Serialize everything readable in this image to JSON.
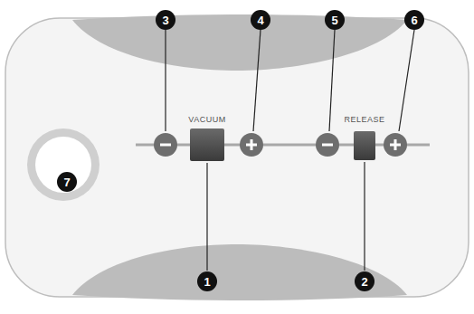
{
  "diagram": {
    "labels": [
      "3",
      "4",
      "5",
      "6",
      "7",
      "1",
      "2",
      "VACUUM",
      "RELEASE"
    ]
  }
}
